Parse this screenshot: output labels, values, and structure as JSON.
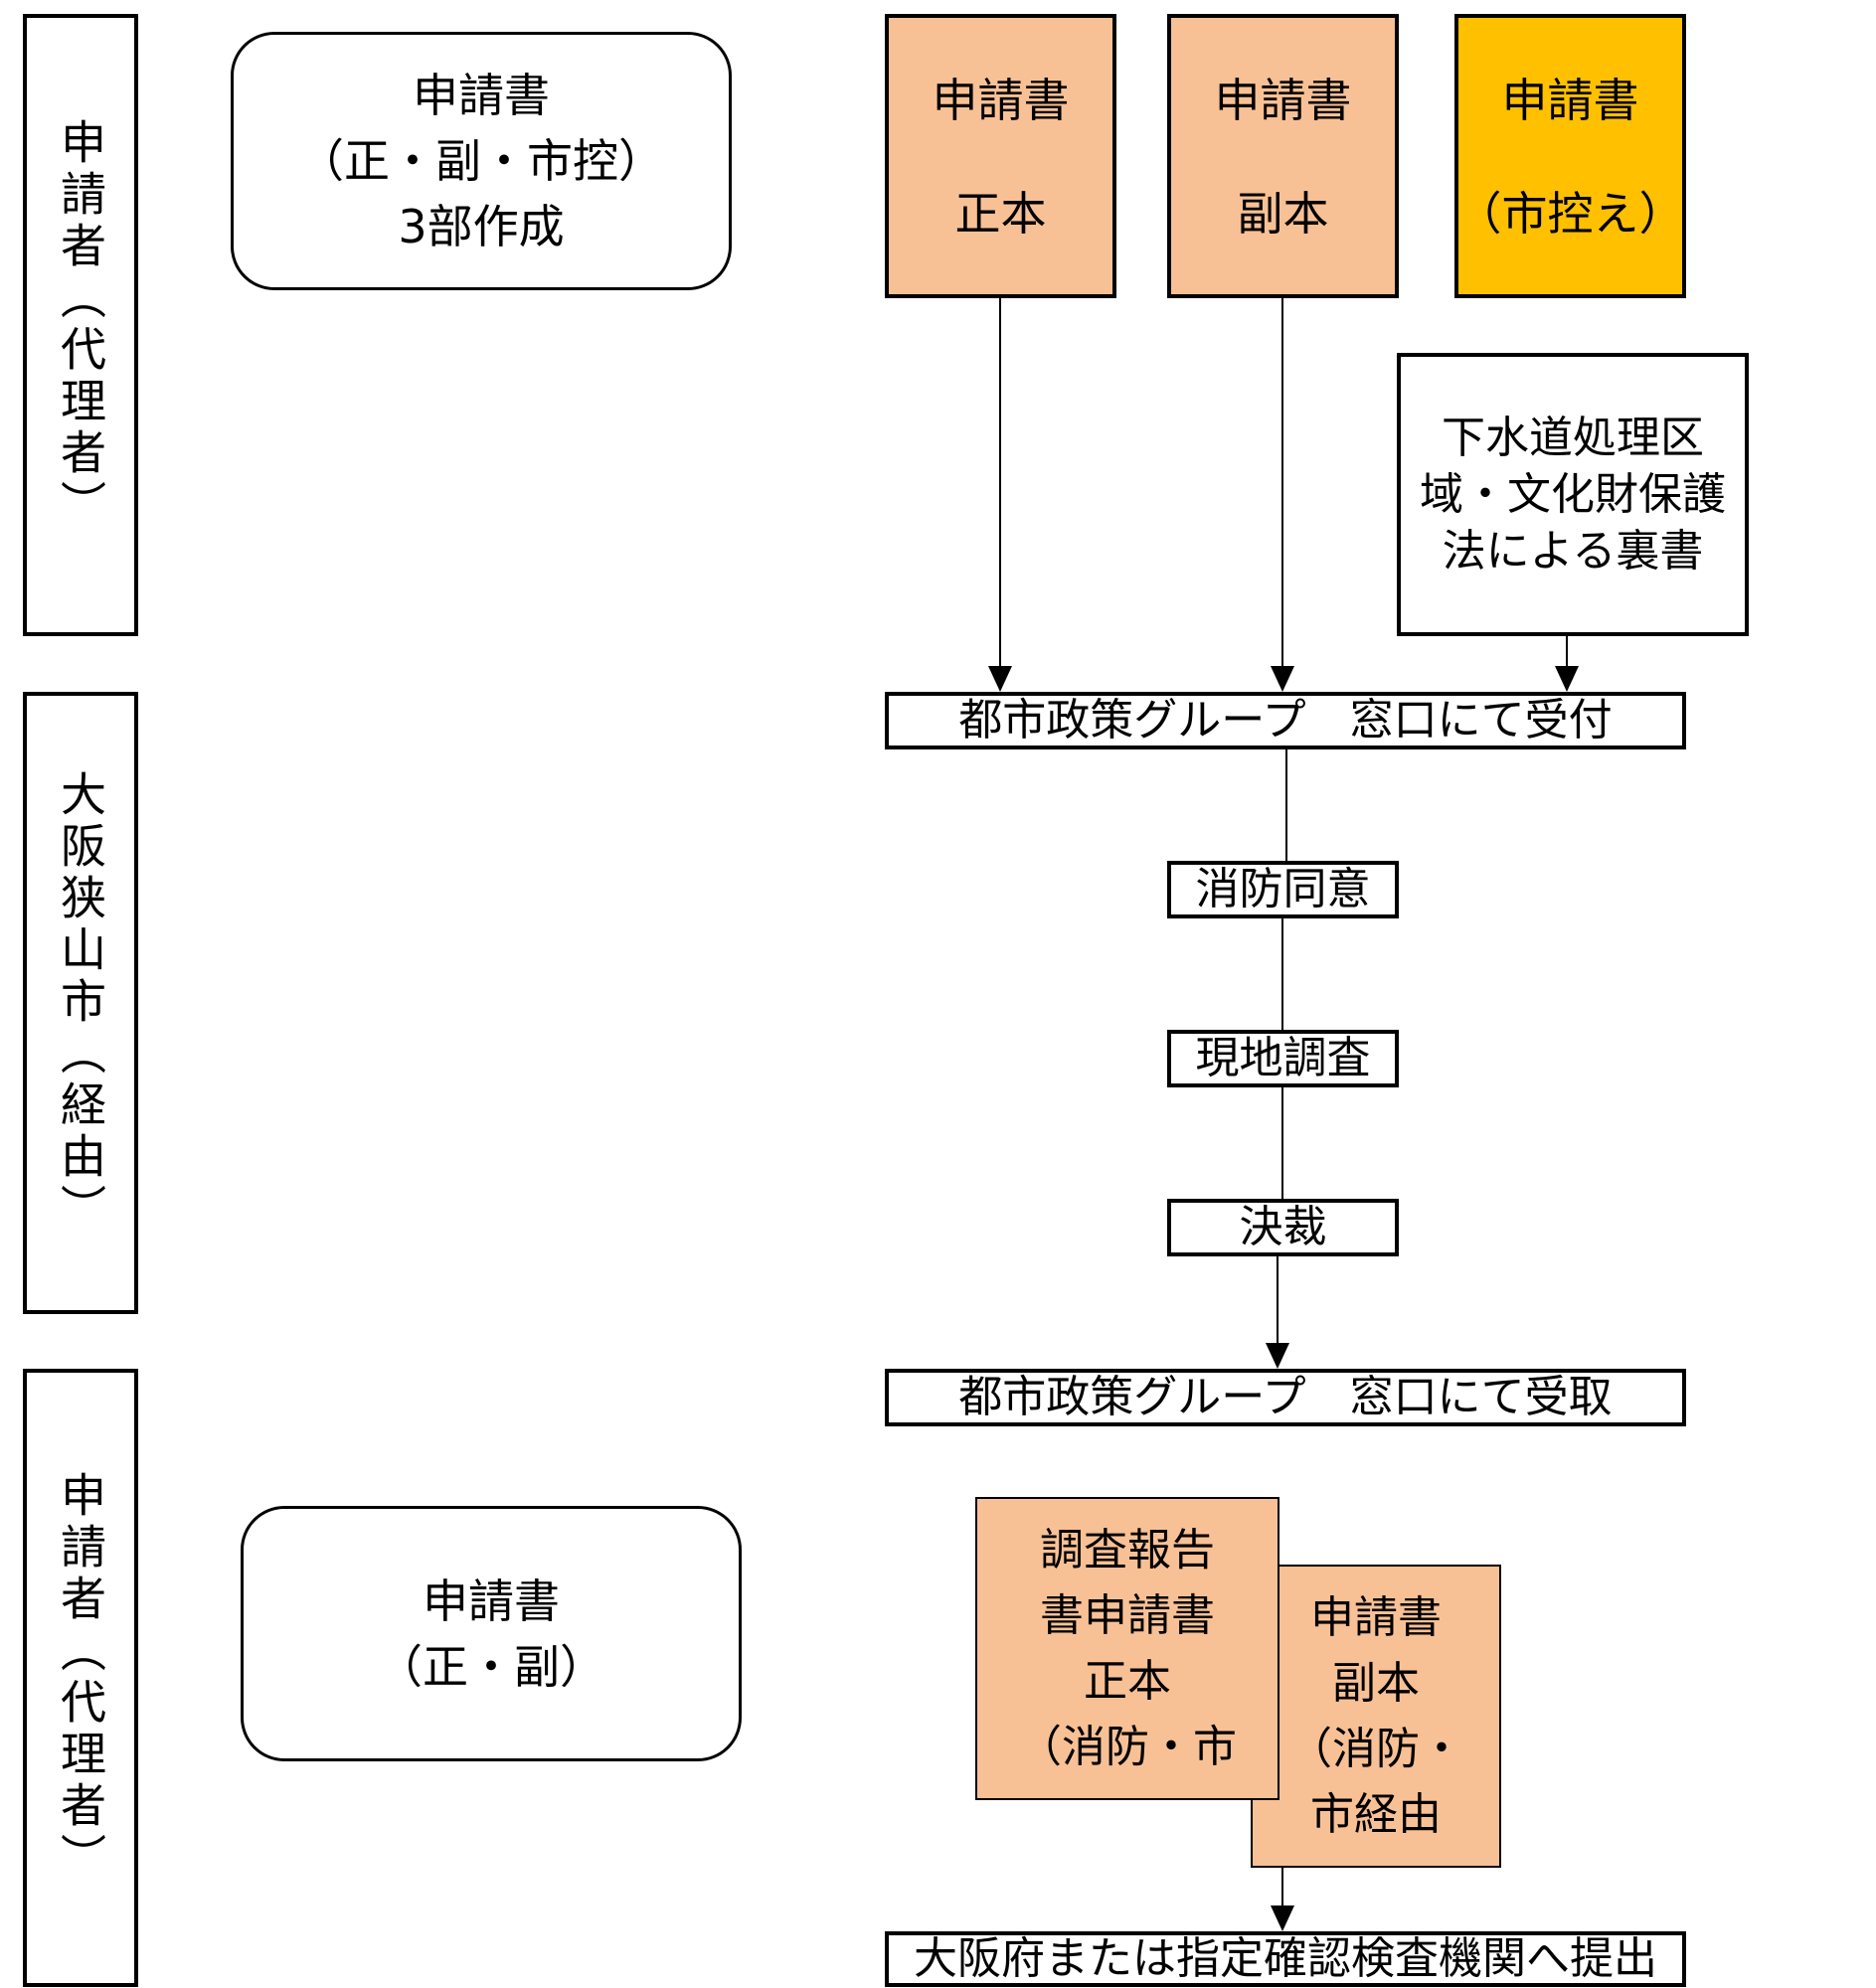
{
  "lanes": {
    "applicant_top": "申請者（代理者）",
    "city": "大阪狭山市（経由）",
    "applicant_bottom": "申請者（代理者）"
  },
  "prep_note": {
    "lines": [
      "申請書",
      "（正・副・市控）",
      "3部作成"
    ]
  },
  "docs": {
    "original": {
      "title": "申請書",
      "sub": "正本"
    },
    "copy": {
      "title": "申請書",
      "sub": "副本"
    },
    "city_copy": {
      "title": "申請書",
      "sub": "（市控え）"
    }
  },
  "endorsement_note": {
    "lines": [
      "下水道処理区",
      "域・文化財保護",
      "法による裏書"
    ]
  },
  "steps": {
    "reception": "都市政策グループ　窓口にて受付",
    "fire_consent": "消防同意",
    "site_survey": "現地調査",
    "decision": "決裁",
    "pickup": "都市政策グループ　窓口にて受取",
    "submit": "大阪府または指定確認検査機関へ提出"
  },
  "return_note": {
    "lines": [
      "申請書",
      "（正・副）"
    ]
  },
  "result_docs": {
    "report": {
      "lines": [
        "調査報告",
        "書申請書",
        "正本",
        "（消防・市"
      ]
    },
    "copy": {
      "lines": [
        "申請書",
        "副本",
        "（消防・",
        "市経由"
      ]
    }
  },
  "colors": {
    "document_fill": "#f8c195",
    "city_copy_fill": "#ffc000",
    "line": "#000000"
  }
}
